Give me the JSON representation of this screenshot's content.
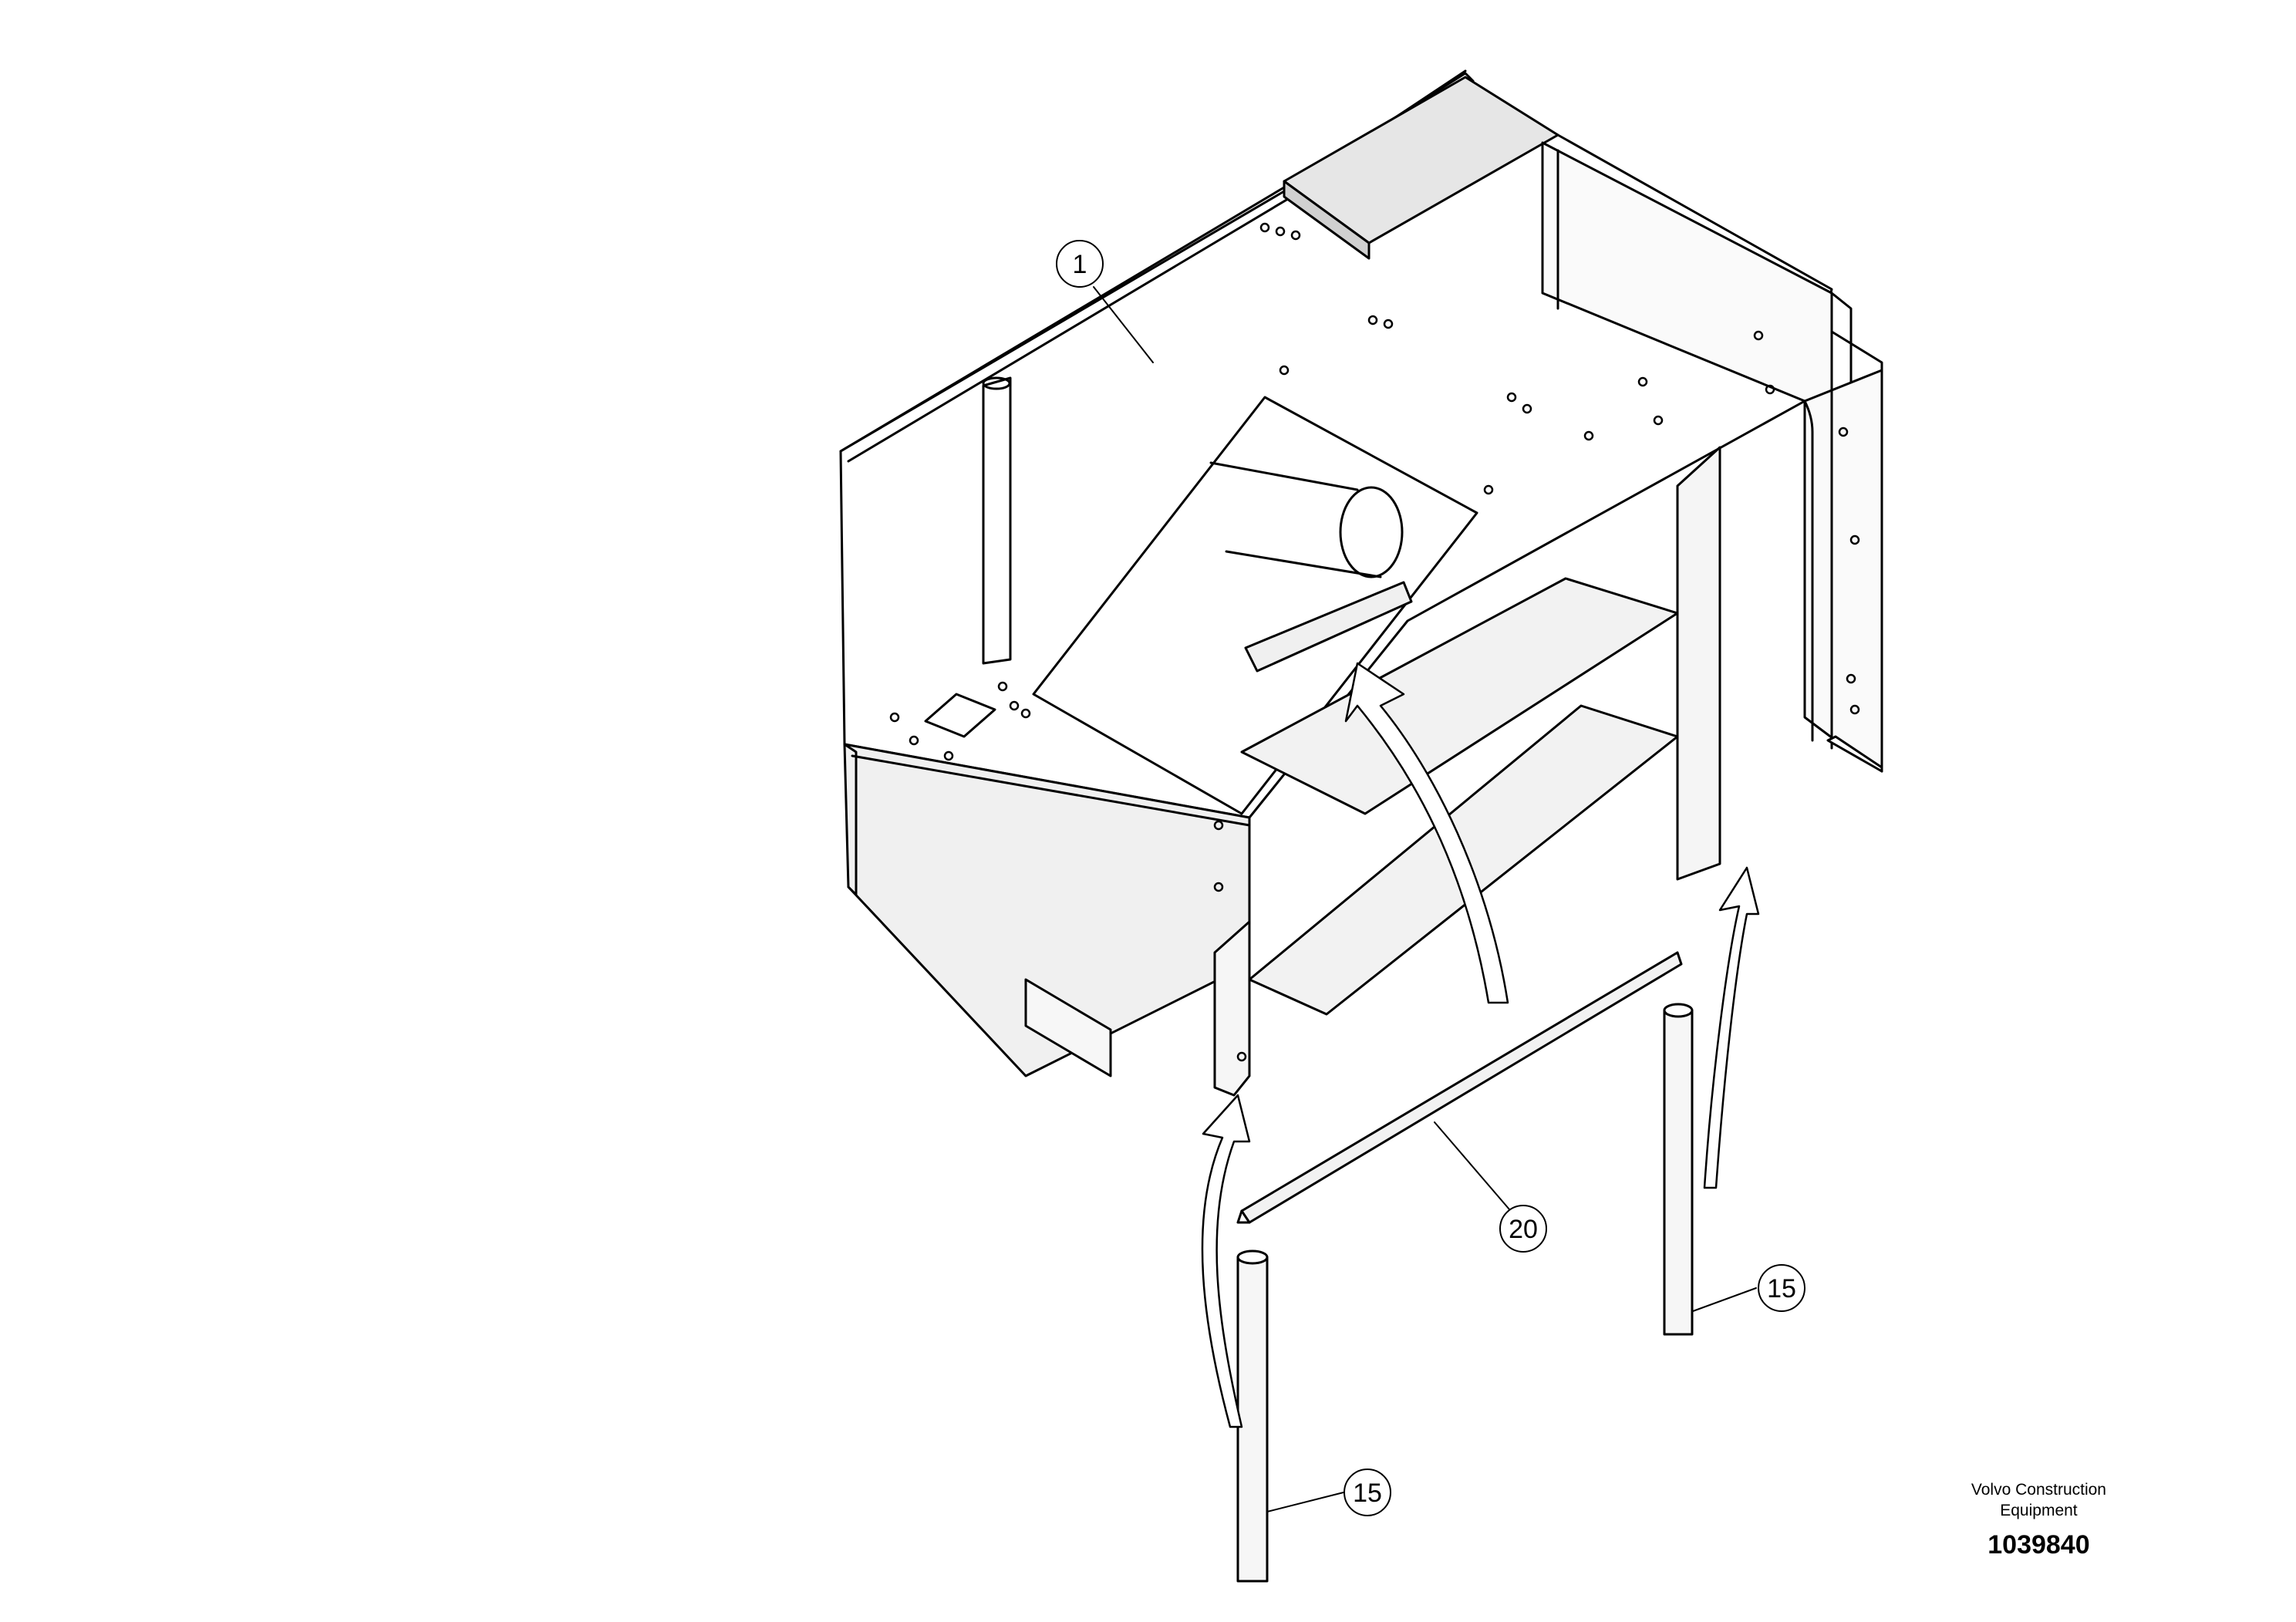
{
  "callouts": [
    {
      "id": "frame",
      "label": "1"
    },
    {
      "id": "strip",
      "label": "20"
    },
    {
      "id": "seal-right",
      "label": "15"
    },
    {
      "id": "seal-left",
      "label": "15"
    }
  ],
  "footer": {
    "brand_line1": "Volvo Construction",
    "brand_line2": "Equipment",
    "document_number": "1039840"
  }
}
